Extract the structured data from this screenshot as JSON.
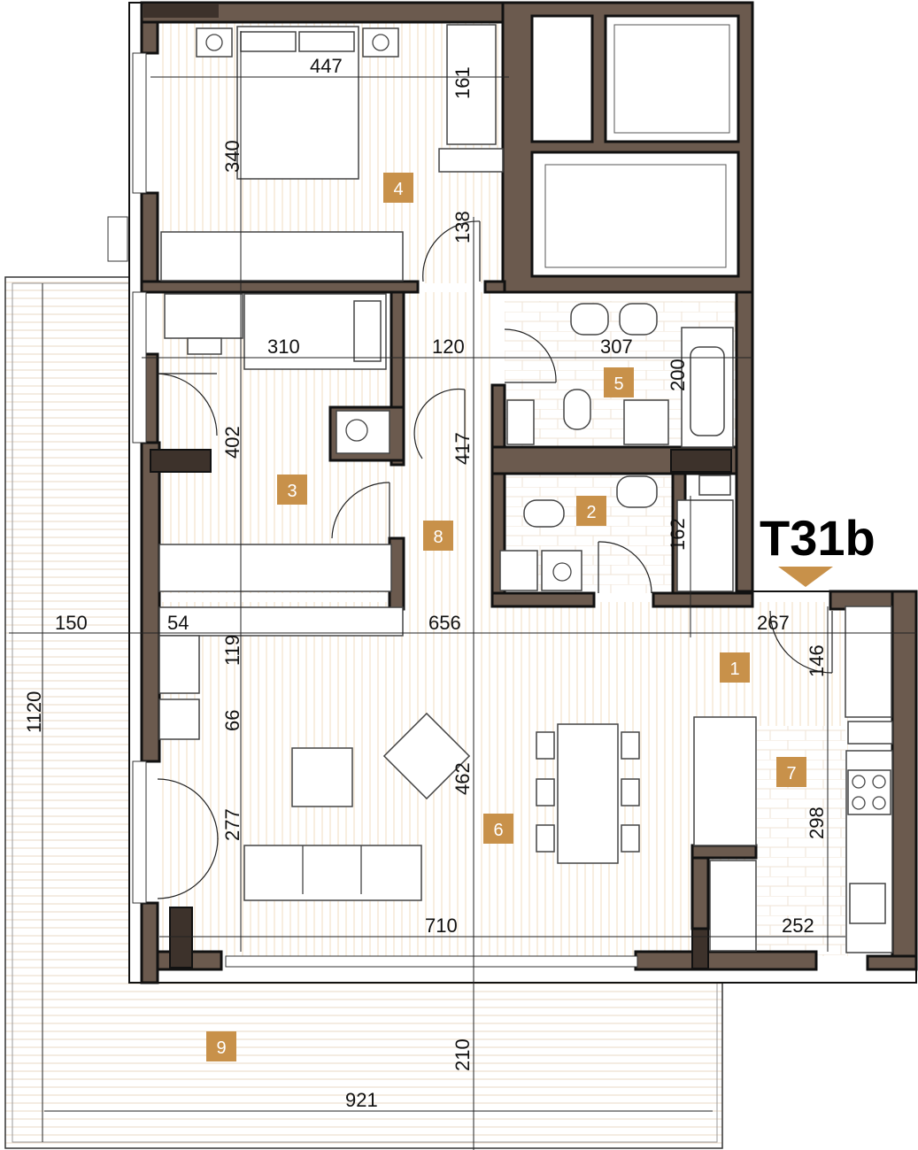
{
  "unit_title": "T31b",
  "colors": {
    "wall": "#6b5a4e",
    "badge": "#c8914a",
    "floor_stripe": "#f0dcc0"
  },
  "rooms": [
    {
      "number": "1"
    },
    {
      "number": "2"
    },
    {
      "number": "3"
    },
    {
      "number": "4"
    },
    {
      "number": "5"
    },
    {
      "number": "6"
    },
    {
      "number": "7"
    },
    {
      "number": "8"
    },
    {
      "number": "9"
    }
  ],
  "dimensions": {
    "d447": "447",
    "d161": "161",
    "d340": "340",
    "d138": "138",
    "d310": "310",
    "d120": "120",
    "d307": "307",
    "d200": "200",
    "d402": "402",
    "d417": "417",
    "d162": "162",
    "d150": "150",
    "d54": "54",
    "d656": "656",
    "d267": "267",
    "d146": "146",
    "d119": "119",
    "d66": "66",
    "d462": "462",
    "d277": "277",
    "d298": "298",
    "d710": "710",
    "d252": "252",
    "d1120": "1120",
    "d210": "210",
    "d921": "921"
  }
}
